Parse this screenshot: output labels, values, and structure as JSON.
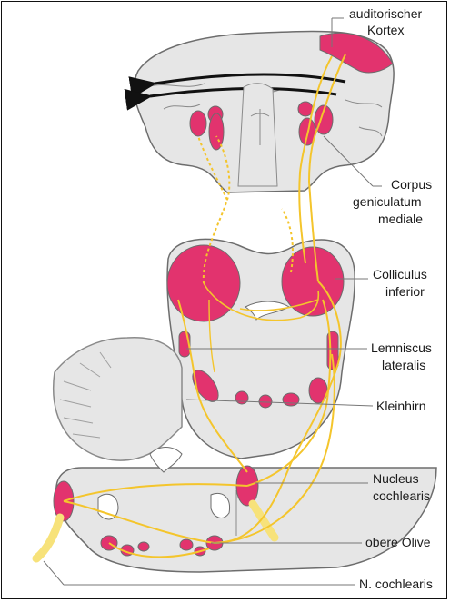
{
  "labels": {
    "auditory_cortex": [
      "auditorischer",
      "Kortex"
    ],
    "corpus_geniculatum": [
      "Corpus",
      "geniculatum",
      "mediale"
    ],
    "colliculus": [
      "Colliculus",
      "inferior"
    ],
    "lemniscus": [
      "Lemniscus",
      "lateralis"
    ],
    "kleinhirn": "Kleinhirn",
    "nucleus": [
      "Nucleus",
      "cochlearis"
    ],
    "olive": "obere Olive",
    "nerve": "N. cochlearis"
  },
  "colors": {
    "tissue": "#e6e6e6",
    "tissue_outline": "#6d6d6d",
    "nucleus_magenta": "#e2336e",
    "pathway_yellow": "#f4c52c",
    "nerve_yellow": "#f7e27a",
    "leader_line": "#777777"
  }
}
